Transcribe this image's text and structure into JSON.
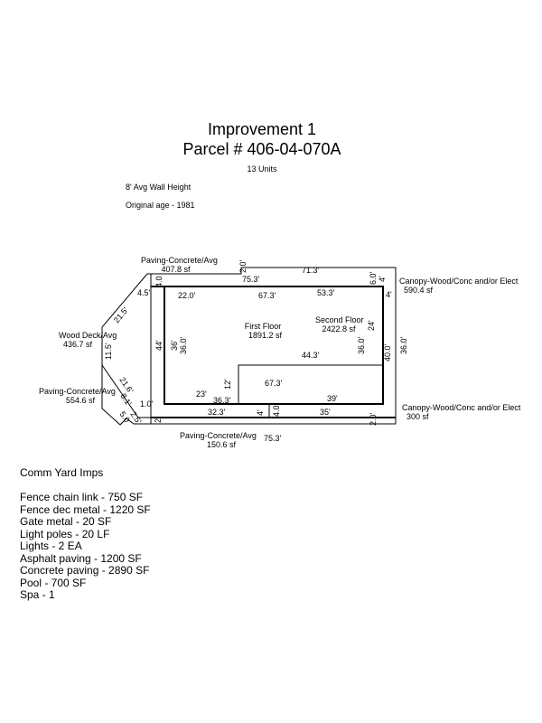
{
  "header": {
    "title": "Improvement 1",
    "parcel": "Parcel # 406-04-070A",
    "units": "13 Units",
    "wall_height": "8' Avg Wall Height",
    "original_age": "Original age - 1981"
  },
  "sketch": {
    "areas": [
      {
        "name": "Paving-Concrete/Avg",
        "size": "407.8 sf"
      },
      {
        "name": "Canopy-Wood/Conc and/or Elect",
        "size": "590.4 sf"
      },
      {
        "name": "Wood Deck/Avg",
        "size": "436.7 sf"
      },
      {
        "name": "Paving-Concrete/Avg",
        "size": "554.6 sf"
      },
      {
        "name": "Canopy-Wood/Conc and/or Elect",
        "size": "300 sf"
      },
      {
        "name": "Paving-Concrete/Avg",
        "size": "150.6 sf"
      },
      {
        "name": "First Floor",
        "size": "1891.2 sf"
      },
      {
        "name": "Second Floor",
        "size": "2422.8 sf"
      }
    ],
    "dims": [
      "75.3'",
      "71.3'",
      "22.0'",
      "67.3'",
      "53.3'",
      "4.5'",
      "4.0",
      "21.5'",
      "11.5'",
      "44'",
      "36'",
      "36.0'",
      "44.3'",
      "36.0'",
      "24'",
      "40.0'",
      "36.0'",
      "4'",
      "6.0'",
      "4'",
      "67.3'",
      "12'",
      "23'",
      "36.3'",
      "39'",
      "21.6'",
      "8.1'",
      "1.0'",
      "32.3'",
      "4'",
      "4.0",
      "35'",
      "2.0'",
      "2.5'",
      "5.0",
      "2",
      "75.3'",
      "2.0'"
    ]
  },
  "yard": {
    "title": "Comm Yard Imps",
    "items": [
      "Fence chain link - 750 SF",
      "Fence dec metal - 1220 SF",
      "Gate metal - 20 SF",
      "Light poles - 20 LF",
      "Lights - 2 EA",
      "Asphalt paving - 1200 SF",
      "Concrete paving - 2890 SF",
      "Pool - 700 SF",
      "Spa - 1"
    ]
  }
}
